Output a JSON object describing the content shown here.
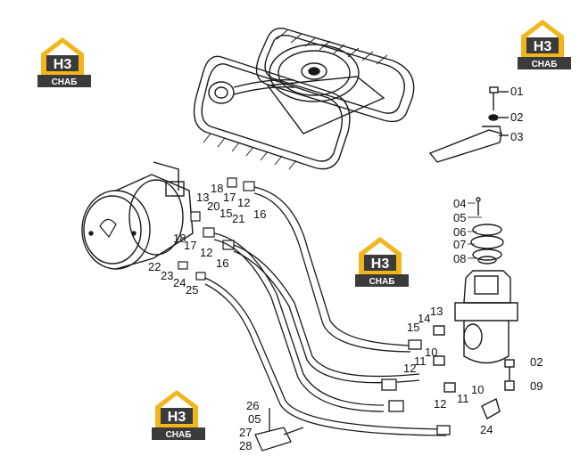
{
  "logos": [
    {
      "top": "Н3",
      "bottom": "СНАБ"
    },
    {
      "top": "Н3",
      "bottom": "СНАБ"
    },
    {
      "top": "Н3",
      "bottom": "СНАБ"
    },
    {
      "top": "Н3",
      "bottom": "СНАБ"
    }
  ],
  "labels": {
    "l01": "01",
    "l02a": "02",
    "l03": "03",
    "l04": "04",
    "l05a": "05",
    "l06": "06",
    "l07": "07",
    "l08": "08",
    "l18a": "18",
    "l17a": "17",
    "l13a": "13",
    "l20": "20",
    "l15a": "15",
    "l21": "21",
    "l12a": "12",
    "l16a": "16",
    "l18b": "18",
    "l17b": "17",
    "l12b": "12",
    "l16b": "16",
    "l22": "22",
    "l23": "23",
    "l24a": "24",
    "l25": "25",
    "l15b": "15",
    "l14": "14",
    "l13b": "13",
    "l10a": "10",
    "l11a": "11",
    "l12c": "12",
    "l12d": "12",
    "l11b": "11",
    "l10b": "10",
    "l02b": "02",
    "l09": "09",
    "l24b": "24",
    "l26": "26",
    "l05b": "05",
    "l27": "27",
    "l28": "28"
  },
  "colors": {
    "logo_yellow": "#f2b51b",
    "logo_dark": "#3b3b3b",
    "line": "#1a1a1a"
  }
}
